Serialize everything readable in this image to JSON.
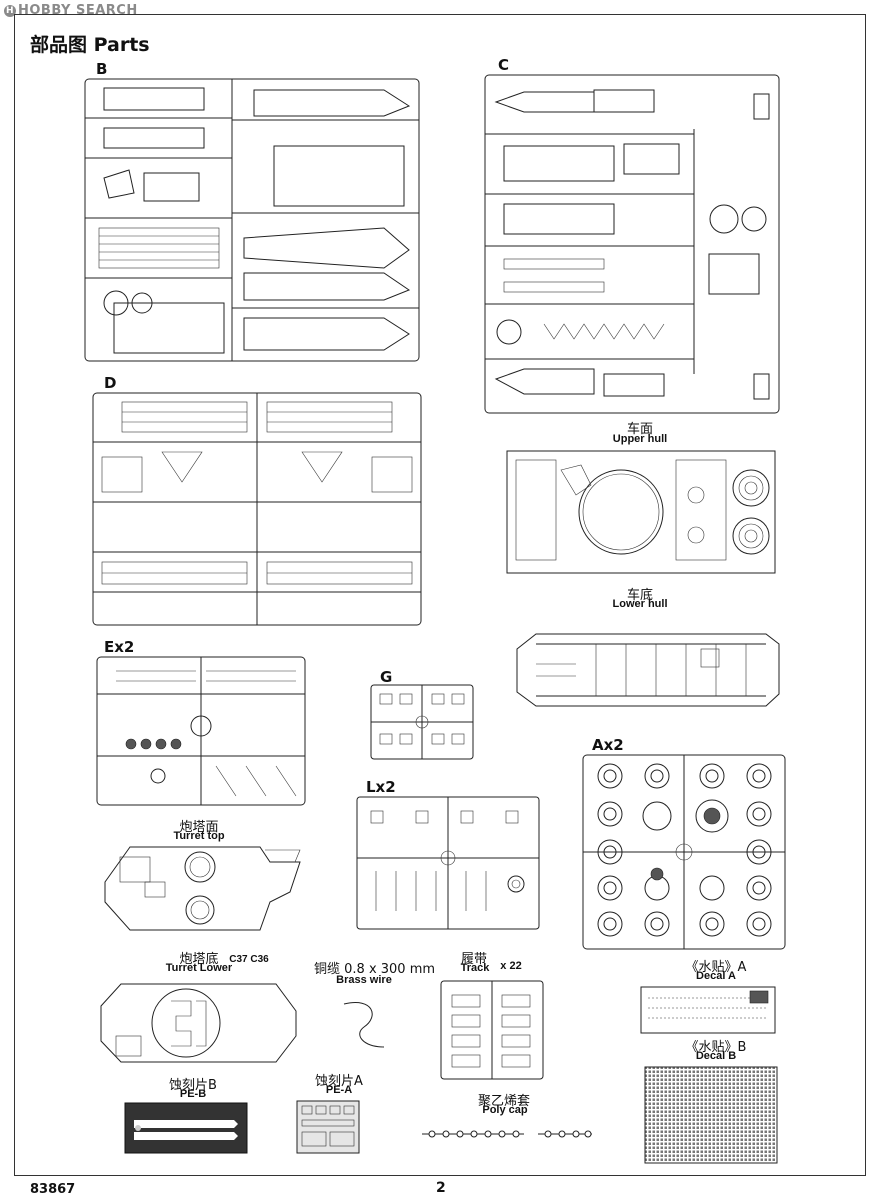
{
  "watermark": "HOBBY SEARCH",
  "header": {
    "title": "部品图 Parts"
  },
  "sprues": {
    "B": "B",
    "C": "C",
    "D": "D",
    "Ex2": "Ex2",
    "G": "G",
    "Lx2": "Lx2",
    "Ax2": "Ax2"
  },
  "components": {
    "upper_hull": {
      "cn": "车面",
      "en": "Upper hull"
    },
    "lower_hull": {
      "cn": "车底",
      "en": "Lower hull"
    },
    "turret_top": {
      "cn": "炮塔面",
      "en": "Turret top"
    },
    "turret_lower": {
      "cn": "炮塔底",
      "en": "Turret Lower",
      "parts": "C37 C36"
    },
    "brass_wire": {
      "cn": "铜缆 0.8 x 300 mm",
      "en": "Brass wire"
    },
    "track": {
      "cn": "履带",
      "en": "Track",
      "count": "x 22"
    },
    "decal_a": {
      "cn": "《水贴》A",
      "en": "Decal  A"
    },
    "decal_b": {
      "cn": "《水贴》B",
      "en": "Decal  B"
    },
    "pe_b": {
      "cn": "蚀刻片B",
      "en": "PE-B"
    },
    "pe_a": {
      "cn": "蚀刻片A",
      "en": "PE-A"
    },
    "poly_cap": {
      "cn": "聚乙烯套",
      "en": "Poly cap"
    }
  },
  "footer": {
    "product_code": "83867",
    "page_number": "2"
  }
}
